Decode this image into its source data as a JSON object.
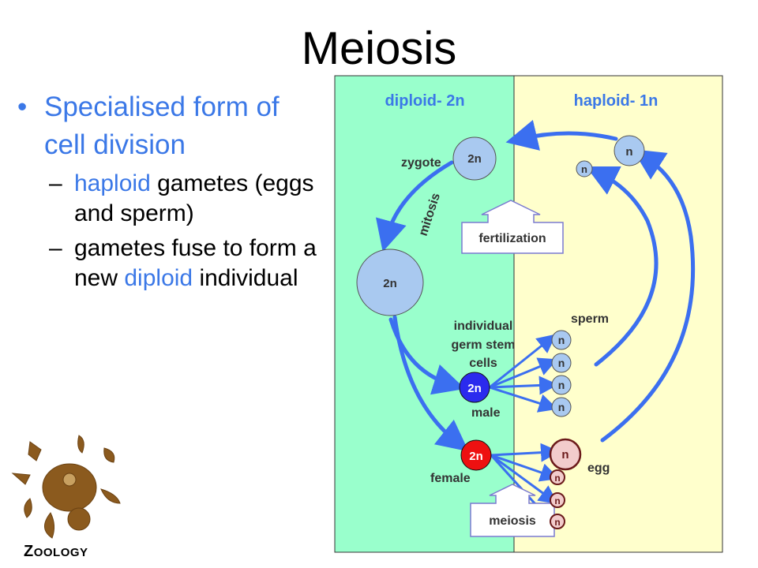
{
  "slide": {
    "title": "Meiosis",
    "bullet_main": "Specialised form of cell division",
    "sub1_pre": "haploid",
    "sub1_post": " gametes (eggs and sperm)",
    "sub2_pre": "gametes fuse to form a new ",
    "sub2_hl": "diploid",
    "sub2_post": " individual",
    "logo_label_z": "Z",
    "logo_label_rest": "OOLOGY"
  },
  "diagram": {
    "diploid_header": "diploid- 2n",
    "haploid_header": "haploid- 1n",
    "zygote_label": "zygote",
    "mitosis_label": "mitosis",
    "fertilization_label": "fertilization",
    "germ_label_1": "individual",
    "germ_label_2": "germ stem",
    "germ_label_3": "cells",
    "sperm_label": "sperm",
    "male_label": "male",
    "female_label": "female",
    "egg_label": "egg",
    "meiosis_label": "meiosis",
    "cell_2n": "2n",
    "cell_n": "n",
    "colors": {
      "diploid_bg": "#99ffcc",
      "haploid_bg": "#ffffcc",
      "arrow": "#3b6ff0",
      "cell_fill": "#a9c9f0",
      "male_cell": "#2b2bee",
      "female_cell": "#ee1111",
      "egg_fill": "#f2cccc",
      "egg_stroke": "#6b1a1a"
    }
  }
}
